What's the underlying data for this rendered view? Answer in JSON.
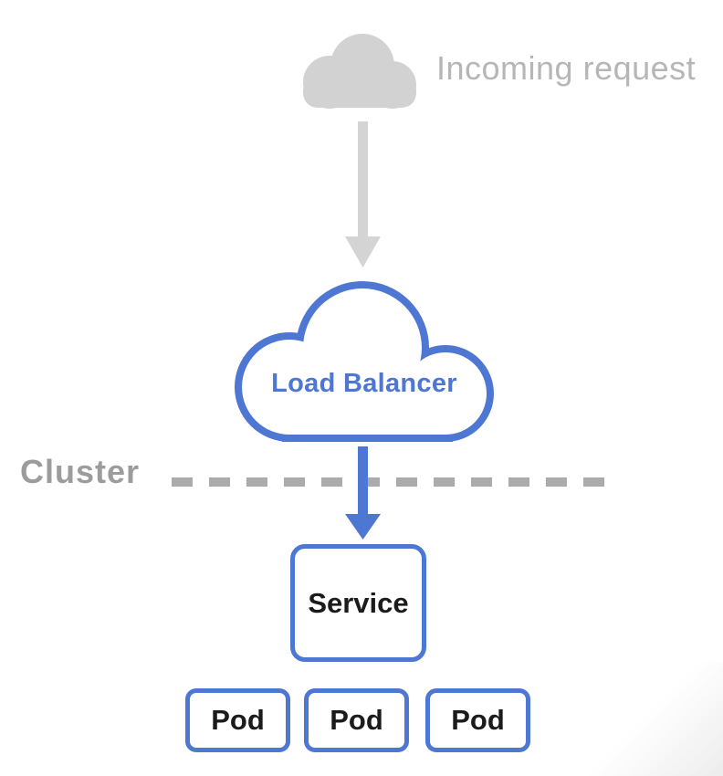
{
  "diagram": {
    "incoming": {
      "label": "Incoming request",
      "icon": "cloud-icon"
    },
    "load_balancer": {
      "label": "Load Balancer",
      "icon": "cloud-outline-icon"
    },
    "cluster": {
      "label": "Cluster",
      "boundary_icon": "dashed-line-icon"
    },
    "service": {
      "label": "Service"
    },
    "pods": [
      "Pod",
      "Pod",
      "Pod"
    ],
    "arrows": [
      {
        "name": "incoming-to-load-balancer",
        "icon": "down-arrow-icon",
        "color": "#d4d4d4"
      },
      {
        "name": "load-balancer-to-service",
        "icon": "down-arrow-icon",
        "color": "#4e76d3"
      }
    ],
    "colors": {
      "accent_blue": "#4e76d3",
      "cloud_gray": "#d2d2d2",
      "arrow_gray": "#d4d4d4",
      "incoming_text_gray": "#b6b6b6",
      "cluster_text_gray": "#9c9c9c",
      "dash_gray": "#ababab",
      "box_text_black": "#1b1b1b",
      "background": "#ffffff"
    }
  }
}
